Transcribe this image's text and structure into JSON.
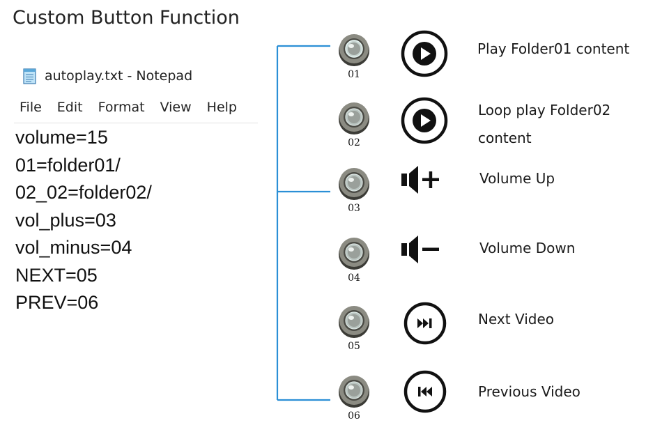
{
  "title": "Custom Button Function",
  "notepad": {
    "window_title": "autoplay.txt - Notepad",
    "menu": [
      "File",
      "Edit",
      "Format",
      "View",
      "Help"
    ],
    "lines": [
      "volume=15",
      "01=folder01/",
      "02_02=folder02/",
      "vol_plus=03",
      "vol_minus=04",
      "NEXT=05",
      "PREV=06"
    ]
  },
  "buttons": [
    {
      "number": "01",
      "icon": "play-icon",
      "label": "Play Folder01 content"
    },
    {
      "number": "02",
      "icon": "play-icon",
      "label_line1": "Loop play Folder02",
      "label_line2": "content"
    },
    {
      "number": "03",
      "icon": "volume-up-icon",
      "label": "Volume Up"
    },
    {
      "number": "04",
      "icon": "volume-down-icon",
      "label": "Volume Down"
    },
    {
      "number": "05",
      "icon": "next-track-icon",
      "label": "Next Video"
    },
    {
      "number": "06",
      "icon": "previous-track-icon",
      "label": "Previous Video"
    }
  ],
  "colors": {
    "connector": "#2b8fd6"
  }
}
